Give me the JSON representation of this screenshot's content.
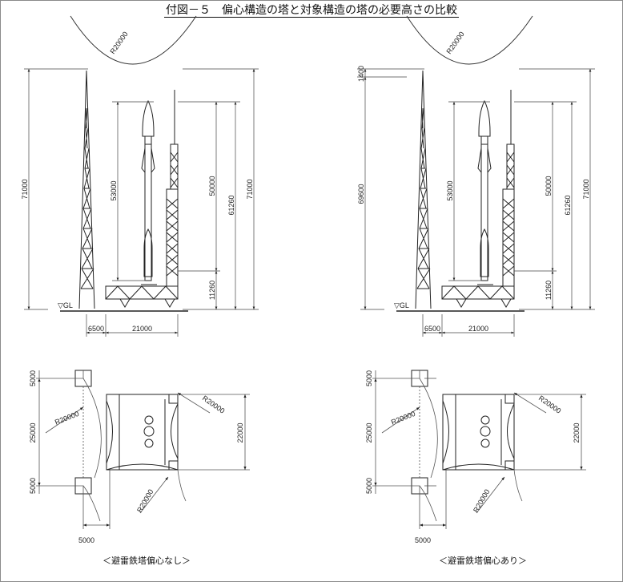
{
  "title": "付図－５　偏心構造の塔と対象構造の塔の必要高さの比較",
  "radius_label": "R20000",
  "ground_label": "▽GL",
  "dims": {
    "total_height": "71000",
    "eccentric_height": "69600",
    "top_offset": "1400",
    "rocket_height": "53000",
    "tower_height_mid": "50000",
    "service_height": "61260",
    "base_height": "11260",
    "base_offset": "6500",
    "base_width": "21000",
    "plan_spacing_5000": "5000",
    "plan_span_25000": "25000",
    "plan_width_22000": "22000"
  },
  "captions": {
    "left": "＜避雷鉄塔偏心なし＞",
    "right": "＜避雷鉄塔偏心あり＞"
  }
}
